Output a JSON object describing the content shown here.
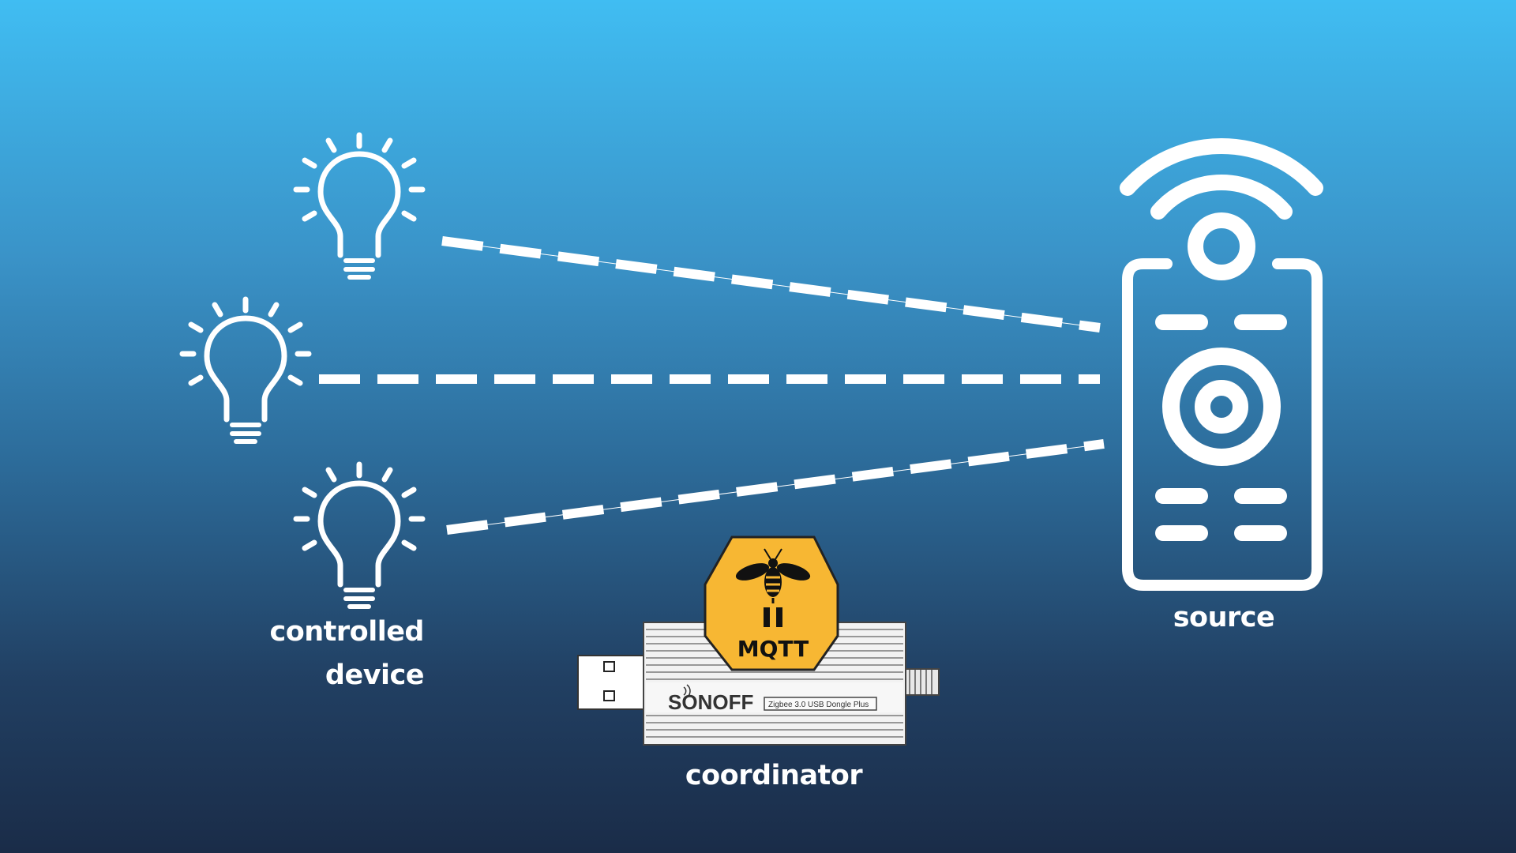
{
  "labels": {
    "controlled_device_line1": "controlled",
    "controlled_device_line2": "device",
    "source": "source",
    "coordinator": "coordinator"
  },
  "logo": {
    "mqtt_text": "MQTT",
    "sonoff_text": "SONOFF",
    "dongle_text": "Zigbee 3.0 USB Dongle Plus"
  },
  "icons": [
    "bulb-icon",
    "remote-icon",
    "usb-dongle-icon",
    "zigbee2mqtt-logo-icon"
  ],
  "colors": {
    "top": "#40bdf2",
    "bottom": "#1a2c48",
    "foreground": "#ffffff",
    "logo_yellow": "#f7b733"
  }
}
